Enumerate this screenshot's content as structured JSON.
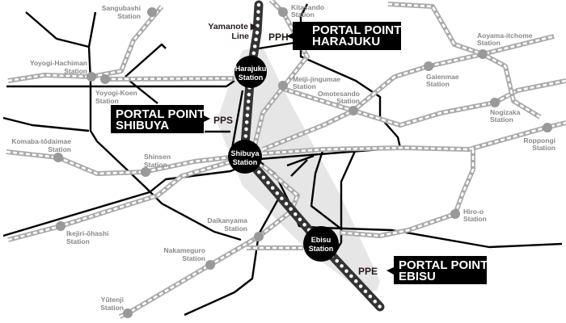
{
  "station_word": "Station",
  "stations": {
    "sangubashi": "Sangubashi",
    "yoyogi_hachiman": "Yoyogi-Hachiman",
    "yoyogi_koen": "Yoyogi-Koen",
    "komaba_todaimae": "Komaba-tōdaimae",
    "shinsen": "Shinsen",
    "ikejiri_ohashi": "Ikejiri-ōhashi",
    "daikanyama": "Daikanyama",
    "nakameguro": "Nakameguro",
    "yutenji": "Yūtenji",
    "kitasando": "Kitasando",
    "meiji_jingumae": "Meiji-jingumae",
    "omotesando": "Omotesando",
    "gaienmae": "Gaienmae",
    "aoyama_itchome": "Aoyama-itchome",
    "nogizaka": "Nogizaka",
    "roppongi": "Roppongi",
    "hiro_o": "Hiro-o"
  },
  "jr_stations": {
    "harajuku": "Harajuku",
    "shibuya": "Shibuya",
    "ebisu": "Ebisu"
  },
  "yamanote": {
    "line1": "Yamanote ▶",
    "line2": "Line"
  },
  "portals": {
    "harajuku": {
      "code": "PPH",
      "line1": "PORTAL POINT",
      "line2": "HARAJUKU"
    },
    "shibuya": {
      "code": "PPS",
      "line1": "PORTAL POINT",
      "line2": "SHIBUYA"
    },
    "ebisu": {
      "code": "PPE",
      "line1": "PORTAL POINT",
      "line2": "EBISU"
    }
  },
  "colors": {
    "shade": "#e6e6e6",
    "rail": "#aaaaaa",
    "yamanote": "#333333"
  }
}
